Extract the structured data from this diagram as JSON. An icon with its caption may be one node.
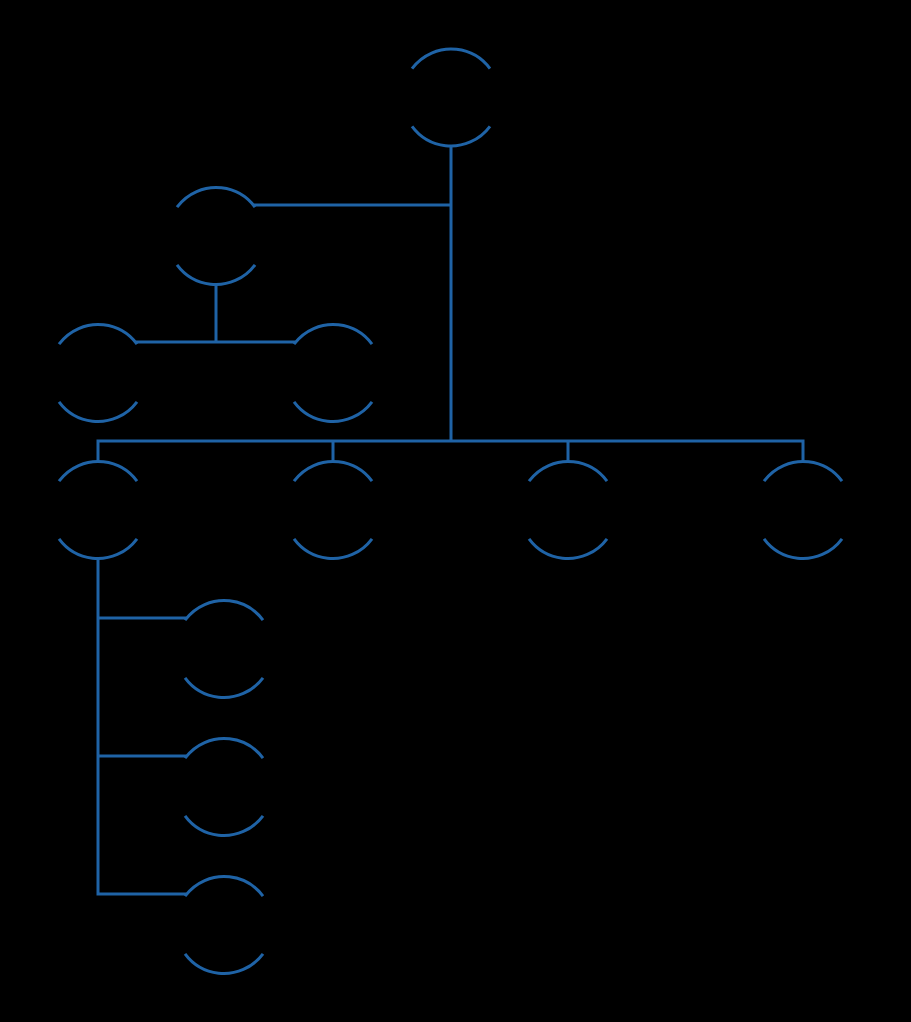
{
  "diagram": {
    "nodes": [
      {
        "text": [],
        "shape": "circle"
      },
      {
        "text": [],
        "shape": "circle"
      },
      {
        "text": [],
        "shape": "circle"
      },
      {
        "text": [],
        "shape": "circle"
      },
      {
        "text": [],
        "shape": "circle"
      },
      {
        "text": [],
        "shape": "circle"
      },
      {
        "text": [],
        "shape": "circle"
      },
      {
        "text": [],
        "shape": "circle"
      },
      {
        "text": [],
        "shape": "circle"
      },
      {
        "text": [],
        "shape": "circle"
      },
      {
        "text": [],
        "shape": "circle"
      }
    ],
    "edges": [
      {
        "from": 0,
        "to": 1,
        "arrow": "none"
      },
      {
        "from": 1,
        "to": 2,
        "arrow": "none"
      },
      {
        "from": 1,
        "to": 3,
        "arrow": "none"
      },
      {
        "from": 0,
        "to": 4,
        "arrow": "none"
      },
      {
        "from": 0,
        "to": 5,
        "arrow": "none"
      },
      {
        "from": 0,
        "to": 6,
        "arrow": "none"
      },
      {
        "from": 0,
        "to": 7,
        "arrow": "none"
      },
      {
        "from": 4,
        "to": 8,
        "arrow": "none"
      },
      {
        "from": 4,
        "to": 9,
        "arrow": "none"
      },
      {
        "from": 4,
        "to": 10,
        "arrow": "none"
      }
    ]
  }
}
